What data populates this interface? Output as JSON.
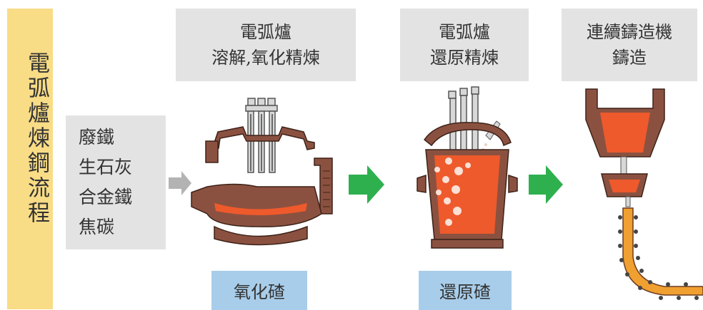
{
  "title": "電弧爐煉鋼流程",
  "inputs": [
    "廢鐵",
    "生石灰",
    "合金鐵",
    "焦碳"
  ],
  "stages": [
    {
      "line1": "電弧爐",
      "line2": "溶解,氧化精煉"
    },
    {
      "line1": "電弧爐",
      "line2": "還原精煉"
    },
    {
      "line1": "連續鑄造機",
      "line2": "鑄造"
    }
  ],
  "slags": [
    "氧化碴",
    "還原碴"
  ],
  "colors": {
    "sidebar": "#f8dc86",
    "box": "#e3e3e3",
    "slag": "#a8cdea",
    "arrow_green": "#2eb04f",
    "arrow_gray": "#b3b3b3",
    "furnace": "#8b5140",
    "molten": "#ee5a2c",
    "strand": "#f0a030"
  }
}
